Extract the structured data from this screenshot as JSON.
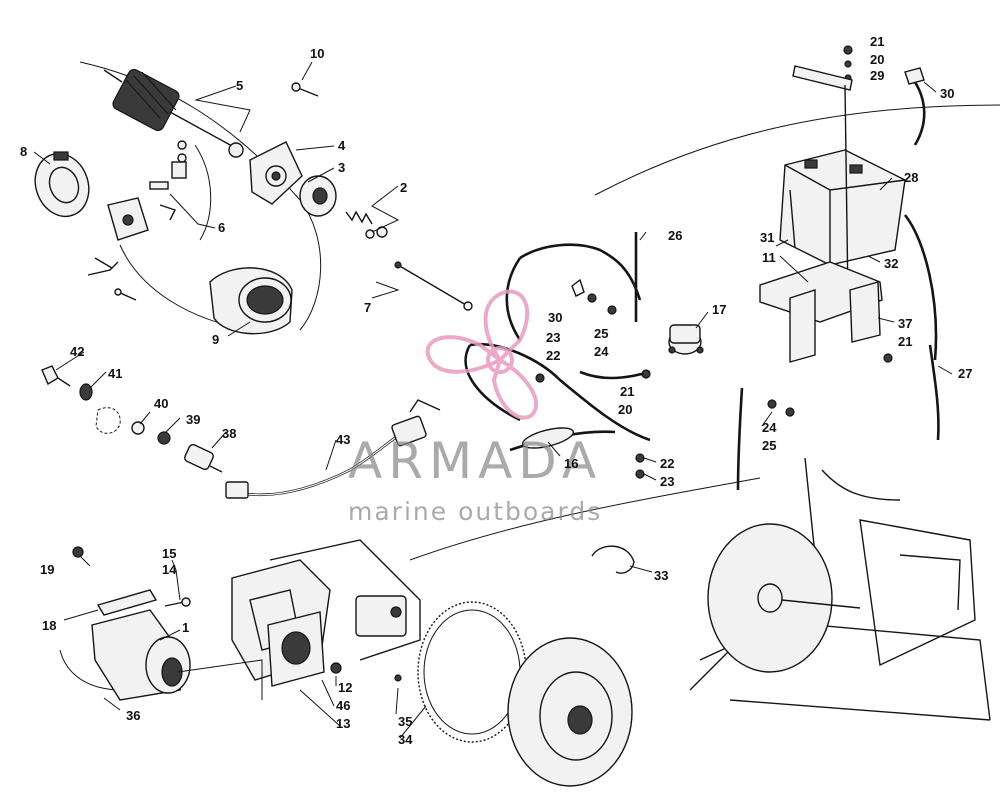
{
  "watermark": {
    "title": "ARMADA",
    "subtitle": "marine outboards",
    "logo_color": "#e89cc0",
    "text_color": "#8a8a8a"
  },
  "callouts": [
    {
      "id": "c1",
      "label": "1"
    },
    {
      "id": "c2",
      "label": "2"
    },
    {
      "id": "c3",
      "label": "3"
    },
    {
      "id": "c4",
      "label": "4"
    },
    {
      "id": "c5",
      "label": "5"
    },
    {
      "id": "c6",
      "label": "6"
    },
    {
      "id": "c7",
      "label": "7"
    },
    {
      "id": "c8",
      "label": "8"
    },
    {
      "id": "c9",
      "label": "9"
    },
    {
      "id": "c10",
      "label": "10"
    },
    {
      "id": "c11",
      "label": "11"
    },
    {
      "id": "c12",
      "label": "12"
    },
    {
      "id": "c13",
      "label": "13"
    },
    {
      "id": "c14",
      "label": "14"
    },
    {
      "id": "c15",
      "label": "15"
    },
    {
      "id": "c16",
      "label": "16"
    },
    {
      "id": "c17",
      "label": "17"
    },
    {
      "id": "c18",
      "label": "18"
    },
    {
      "id": "c19",
      "label": "19"
    },
    {
      "id": "c20a",
      "label": "20"
    },
    {
      "id": "c20b",
      "label": "20"
    },
    {
      "id": "c21a",
      "label": "21"
    },
    {
      "id": "c21b",
      "label": "21"
    },
    {
      "id": "c21c",
      "label": "21"
    },
    {
      "id": "c22a",
      "label": "22"
    },
    {
      "id": "c22b",
      "label": "22"
    },
    {
      "id": "c23a",
      "label": "23"
    },
    {
      "id": "c23b",
      "label": "23"
    },
    {
      "id": "c24a",
      "label": "24"
    },
    {
      "id": "c24b",
      "label": "24"
    },
    {
      "id": "c25a",
      "label": "25"
    },
    {
      "id": "c25b",
      "label": "25"
    },
    {
      "id": "c26",
      "label": "26"
    },
    {
      "id": "c27",
      "label": "27"
    },
    {
      "id": "c28",
      "label": "28"
    },
    {
      "id": "c29",
      "label": "29"
    },
    {
      "id": "c30a",
      "label": "30"
    },
    {
      "id": "c30b",
      "label": "30"
    },
    {
      "id": "c31",
      "label": "31"
    },
    {
      "id": "c32",
      "label": "32"
    },
    {
      "id": "c33",
      "label": "33"
    },
    {
      "id": "c34",
      "label": "34"
    },
    {
      "id": "c35",
      "label": "35"
    },
    {
      "id": "c36",
      "label": "36"
    },
    {
      "id": "c37",
      "label": "37"
    },
    {
      "id": "c38",
      "label": "38"
    },
    {
      "id": "c39",
      "label": "39"
    },
    {
      "id": "c40",
      "label": "40"
    },
    {
      "id": "c41",
      "label": "41"
    },
    {
      "id": "c42",
      "label": "42"
    },
    {
      "id": "c43",
      "label": "43"
    },
    {
      "id": "c46",
      "label": "46"
    }
  ]
}
